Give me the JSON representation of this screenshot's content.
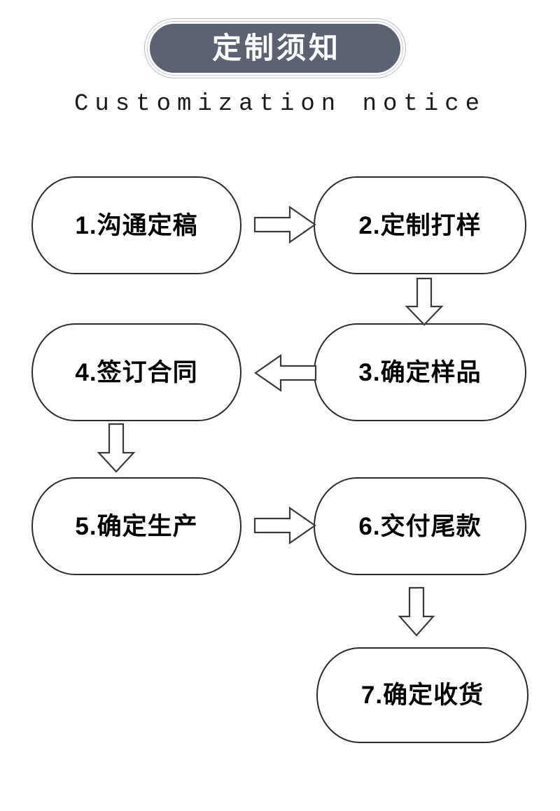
{
  "header": {
    "badge_title": "定制须知",
    "subtitle": "Customization notice",
    "badge_fill_color": "#5c6271",
    "badge_ring_color": "#ffffff",
    "badge_outline_color": "#b9bcc4",
    "badge_text_color": "#ffffff"
  },
  "flow": {
    "node_border_color": "#2b2b2b",
    "node_fill_color": "#ffffff",
    "node_text_color": "#000000",
    "arrow_outline_color": "#3a3a3a",
    "arrow_fill_color": "#ffffff",
    "nodes": [
      {
        "id": "step-1",
        "label": "1.沟通定稿"
      },
      {
        "id": "step-2",
        "label": "2.定制打样"
      },
      {
        "id": "step-3",
        "label": "3.确定样品"
      },
      {
        "id": "step-4",
        "label": "4.签订合同"
      },
      {
        "id": "step-5",
        "label": "5.确定生产"
      },
      {
        "id": "step-6",
        "label": "6.交付尾款"
      },
      {
        "id": "step-7",
        "label": "7.确定收货"
      }
    ],
    "connectors": [
      {
        "id": "arrow-1-to-2",
        "direction": "right"
      },
      {
        "id": "arrow-2-to-3",
        "direction": "down"
      },
      {
        "id": "arrow-3-to-4",
        "direction": "left"
      },
      {
        "id": "arrow-4-to-5",
        "direction": "down"
      },
      {
        "id": "arrow-5-to-6",
        "direction": "right"
      },
      {
        "id": "arrow-6-to-7",
        "direction": "down"
      }
    ]
  }
}
